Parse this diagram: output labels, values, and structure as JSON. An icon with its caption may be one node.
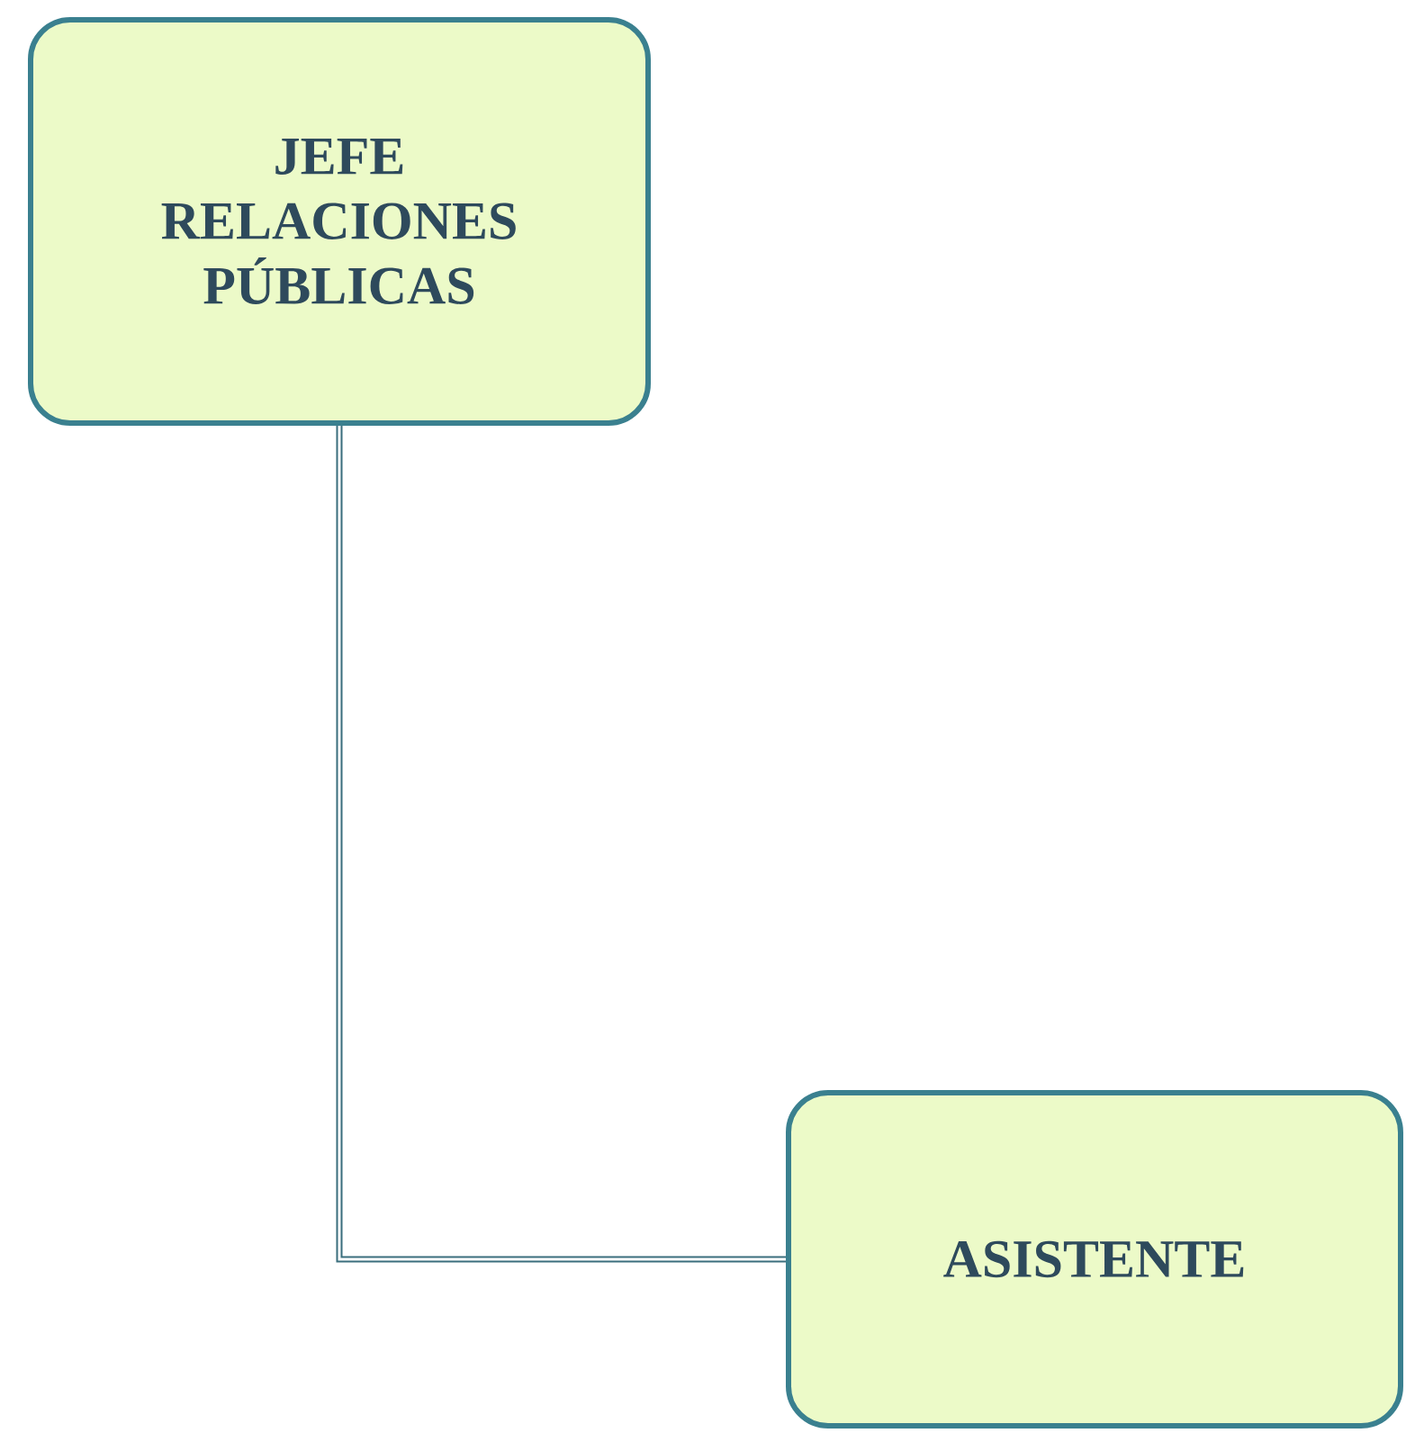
{
  "diagram": {
    "nodes": [
      {
        "text": [
          "JEFE RELACIONES PÚBLICAS"
        ]
      },
      {
        "text": [
          "ASISTENTE"
        ]
      }
    ],
    "edges": [
      {
        "from": 0,
        "to": 1,
        "arrow": "none"
      }
    ]
  }
}
